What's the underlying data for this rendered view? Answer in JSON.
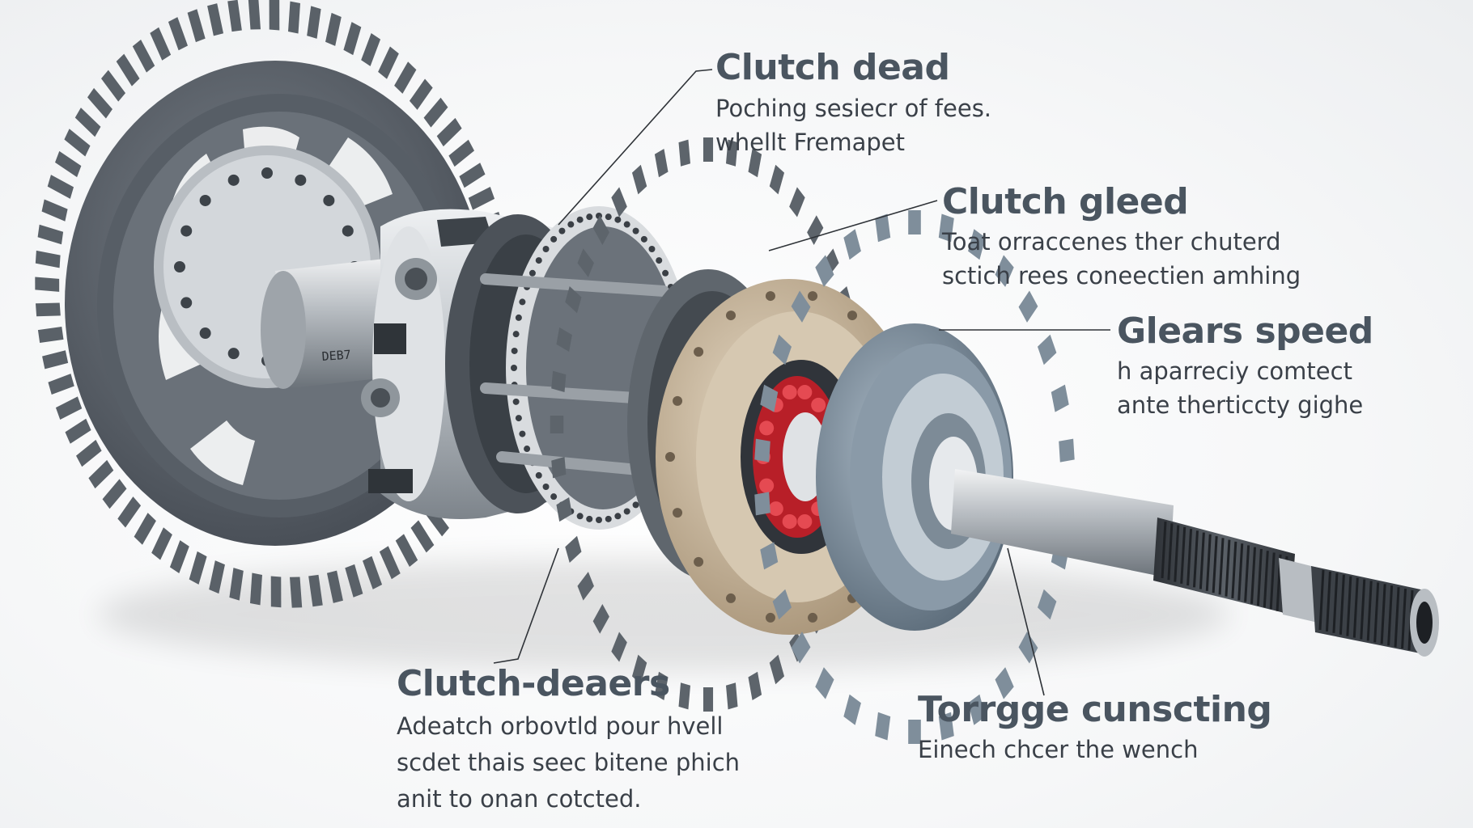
{
  "callouts": [
    {
      "title": "Clutch dead",
      "lines": [
        "Poching sesiecr of fees.",
        "whellt Fremapet"
      ]
    },
    {
      "title": "Clutch gleed",
      "lines": [
        "Toat orraccenes ther chuterd",
        "sctich rees coneectien amhing"
      ]
    },
    {
      "title": "Glears speed",
      "lines": [
        "h aparreciy comtect",
        "ante therticcty gighe"
      ]
    },
    {
      "title": "Clutch-deaers",
      "lines": [
        "Adeatch orbovtld pour hvell",
        "scdet thais seec bitene phich",
        "anit to onan cotcted."
      ]
    },
    {
      "title": "Torrgge cunscting",
      "lines": [
        "Einech chcer the wench"
      ]
    }
  ],
  "part_marking": "DEB7",
  "colors": {
    "text": "#4a5560",
    "gear": "#5e656c",
    "steel": "#c9ced3",
    "brass": "#c8b9a0",
    "red": "#c8232c"
  }
}
